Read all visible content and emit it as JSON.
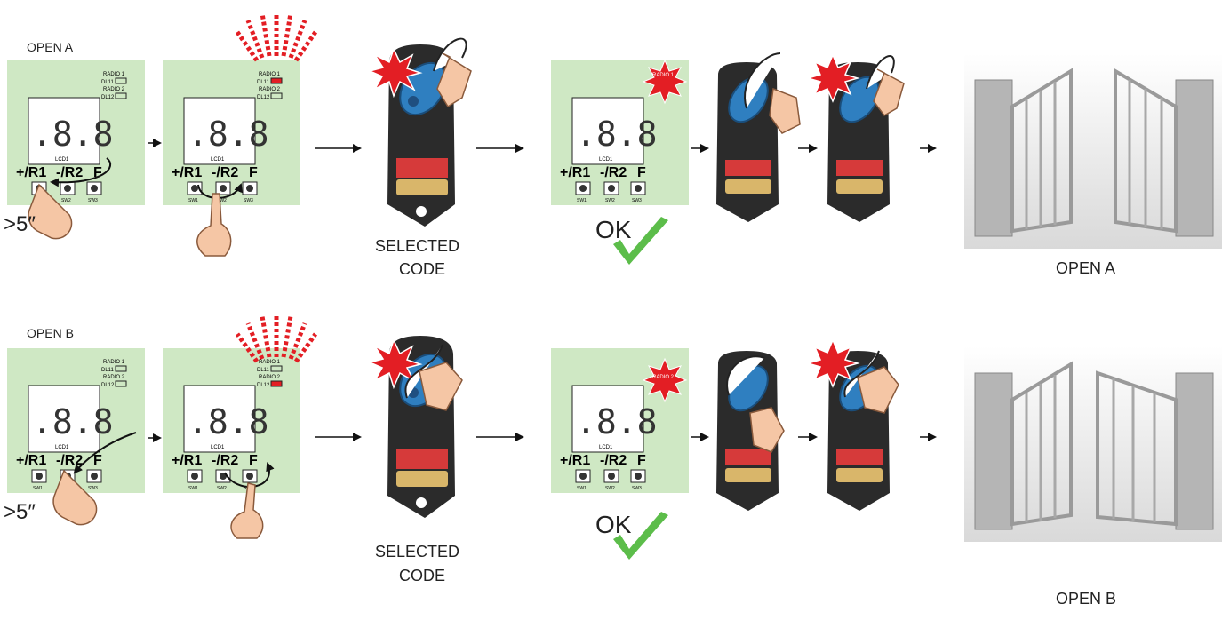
{
  "rows": [
    {
      "title": "OPEN A",
      "hold_time": ">5″",
      "selected_code": [
        "SELECTED",
        "CODE"
      ],
      "ok_label": "OK",
      "result_label": "OPEN A",
      "active_led": "DL11"
    },
    {
      "title": "OPEN B",
      "hold_time": ">5″",
      "selected_code": [
        "SELECTED",
        "CODE"
      ],
      "ok_label": "OK",
      "result_label": "OPEN B",
      "active_led": "DL12"
    }
  ],
  "board": {
    "display": ".8.8",
    "lcd_label": "LCD1",
    "button_labels": [
      "+/R1",
      "-/R2",
      "F"
    ],
    "switch_labels": [
      "SW1",
      "SW2",
      "SW3"
    ],
    "led_labels": [
      "RADIO 1",
      "RADIO 2"
    ],
    "led_names": [
      "DL11",
      "DL12"
    ]
  },
  "colors": {
    "board": "#cfe8c4",
    "led_active": "#e31e24",
    "signal": "#e31e24",
    "remote": "#2b2b2b",
    "remote_button": "#2f7fc0",
    "dip": "#d63a3a",
    "check": "#5cbd4a",
    "gate": "#9a9a9a"
  }
}
